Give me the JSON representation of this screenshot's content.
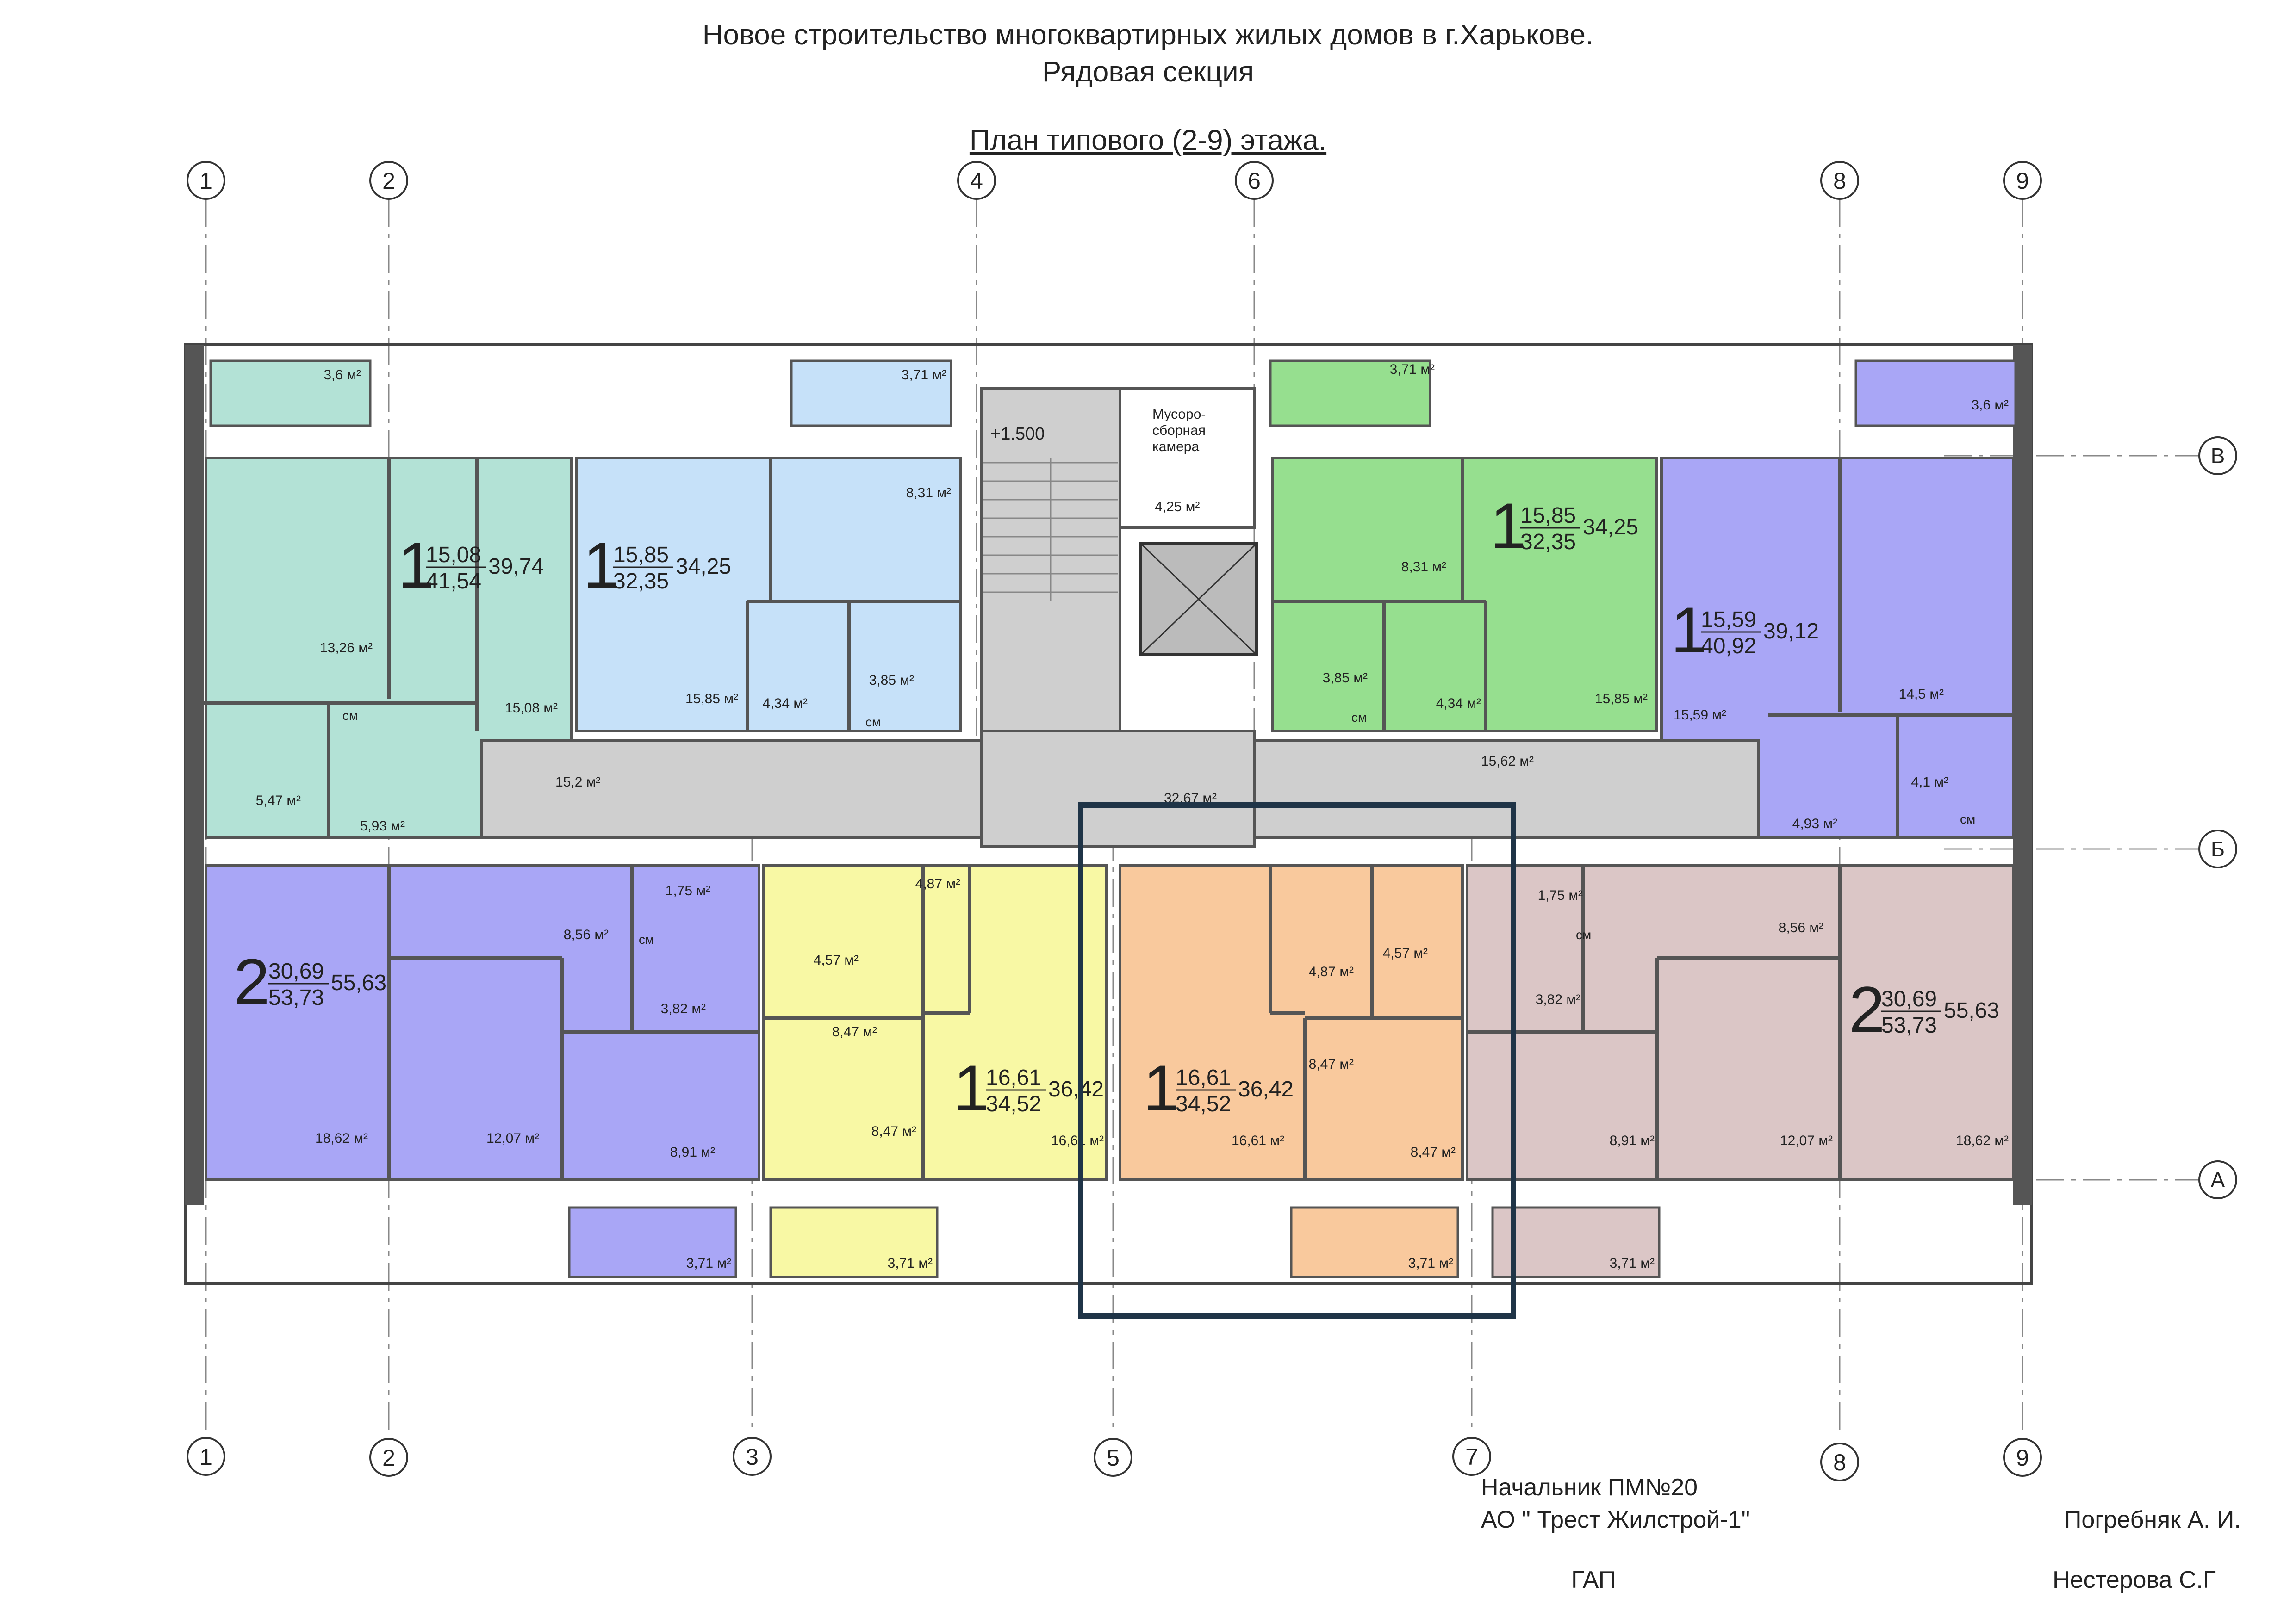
{
  "title": {
    "line1": "Новое строительство многоквартирных жилых домов  в г.Харькове.",
    "line2": "Рядовая секция",
    "line3": "План типового (2-9) этажа."
  },
  "axes": {
    "top": [
      "1",
      "2",
      "4",
      "6",
      "8",
      "9"
    ],
    "bottom": [
      "1",
      "2",
      "3",
      "5",
      "7",
      "8",
      "9"
    ],
    "right": [
      "В",
      "Б",
      "А"
    ]
  },
  "core": {
    "level_mark": "+1.500",
    "garbage_room_label": [
      "Мусоро-",
      "сборная",
      "камера"
    ],
    "garbage_room_area": "4,25 м²",
    "hall_area": "32,67 м²",
    "corridor_left": "15,2 м²",
    "corridor_right": "15,62 м²"
  },
  "apartments": [
    {
      "rooms": "1",
      "living": "15,08",
      "total": "41,54",
      "usable": "39,74"
    },
    {
      "rooms": "1",
      "living": "15,85",
      "total": "32,35",
      "usable": "34,25"
    },
    {
      "rooms": "1",
      "living": "15,85",
      "total": "32,35",
      "usable": "34,25"
    },
    {
      "rooms": "1",
      "living": "15,59",
      "total": "40,92",
      "usable": "39,12"
    },
    {
      "rooms": "2",
      "living": "30,69",
      "total": "53,73",
      "usable": "55,63"
    },
    {
      "rooms": "1",
      "living": "16,61",
      "total": "34,52",
      "usable": "36,42"
    },
    {
      "rooms": "1",
      "living": "16,61",
      "total": "34,52",
      "usable": "36,42"
    },
    {
      "rooms": "2",
      "living": "30,69",
      "total": "53,73",
      "usable": "55,63"
    }
  ],
  "room_areas": {
    "a1": [
      "3,6 м²",
      "13,26 м²",
      "15,08 м²",
      "5,47 м²",
      "5,93 м²"
    ],
    "a2": [
      "3,71 м²",
      "8,31 м²",
      "15,85 м²",
      "4,34 м²",
      "3,85 м²"
    ],
    "a3": [
      "3,71 м²",
      "8,31 м²",
      "3,85 м²",
      "4,34 м²",
      "15,85 м²"
    ],
    "a4": [
      "3,6 м²",
      "15,59 м²",
      "14,5 м²",
      "4,93 м²",
      "4,1 м²"
    ],
    "a5": [
      "8,56 м²",
      "1,75 м²",
      "3,82 м²",
      "18,62 м²",
      "12,07 м²",
      "8,91 м²",
      "3,71 м²"
    ],
    "a6": [
      "4,87 м²",
      "4,57 м²",
      "8,47 м²",
      "8,47 м²",
      "16,61 м²",
      "3,71 м²"
    ],
    "a7": [
      "4,87 м²",
      "4,57 м²",
      "8,47 м²",
      "16,61 м²",
      "8,47 м²",
      "3,71 м²"
    ],
    "a8": [
      "1,75 м²",
      "8,56 м²",
      "3,82 м²",
      "8,91 м²",
      "12,07 м²",
      "18,62 м²",
      "3,71 м²"
    ]
  },
  "wc_label": "см",
  "signatures": {
    "line1": "Начальник ПМ№20",
    "line2": "АО \" Трест Жилстрой-1\"",
    "name1": "Погребняк А. И.",
    "gap": "ГАП",
    "name2": "Нестерова С.Г"
  },
  "colors": {
    "a1": "#b3e2d6",
    "a2": "#c6e1f9",
    "a3": "#96df8f",
    "a4": "#a9a6f6",
    "a5": "#a9a6f6",
    "a6": "#f8f8a4",
    "a7": "#f9c99d",
    "a8": "#dbc6c6",
    "common": "#cfcfcf",
    "wall": "#5a5a5a",
    "highlight": "#1f3447"
  }
}
